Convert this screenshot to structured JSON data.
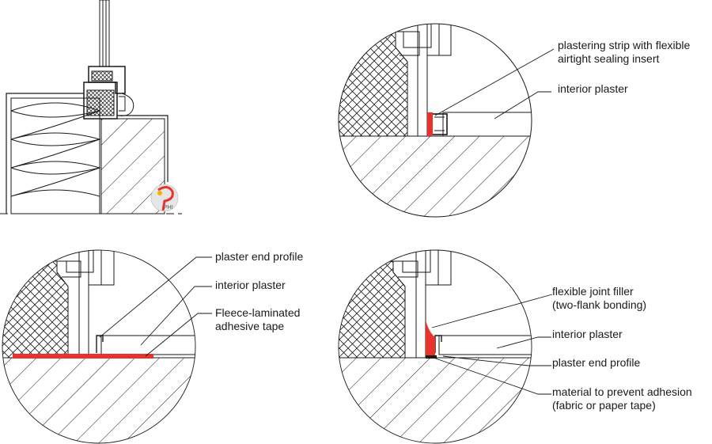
{
  "colors": {
    "line": "#1a1a1a",
    "seal_red": "#e8332d",
    "background": "#ffffff"
  },
  "logo": {
    "text": "PHI",
    "icon": "phi-logo-icon"
  },
  "details": {
    "top_right": {
      "labels": [
        {
          "line1": "plastering strip with flexible",
          "line2": "airtight sealing insert"
        },
        {
          "line1": "interior plaster",
          "line2": ""
        }
      ]
    },
    "bottom_left": {
      "labels": [
        {
          "line1": "plaster end profile",
          "line2": ""
        },
        {
          "line1": "interior plaster",
          "line2": ""
        },
        {
          "line1": "Fleece-laminated",
          "line2": "adhesive tape"
        }
      ]
    },
    "bottom_right": {
      "labels": [
        {
          "line1": "flexible joint filler",
          "line2": "(two-flank bonding)"
        },
        {
          "line1": "interior plaster",
          "line2": ""
        },
        {
          "line1": "plaster end profile",
          "line2": ""
        },
        {
          "line1": "material to prevent adhesion",
          "line2": "(fabric or paper tape)"
        }
      ]
    }
  }
}
